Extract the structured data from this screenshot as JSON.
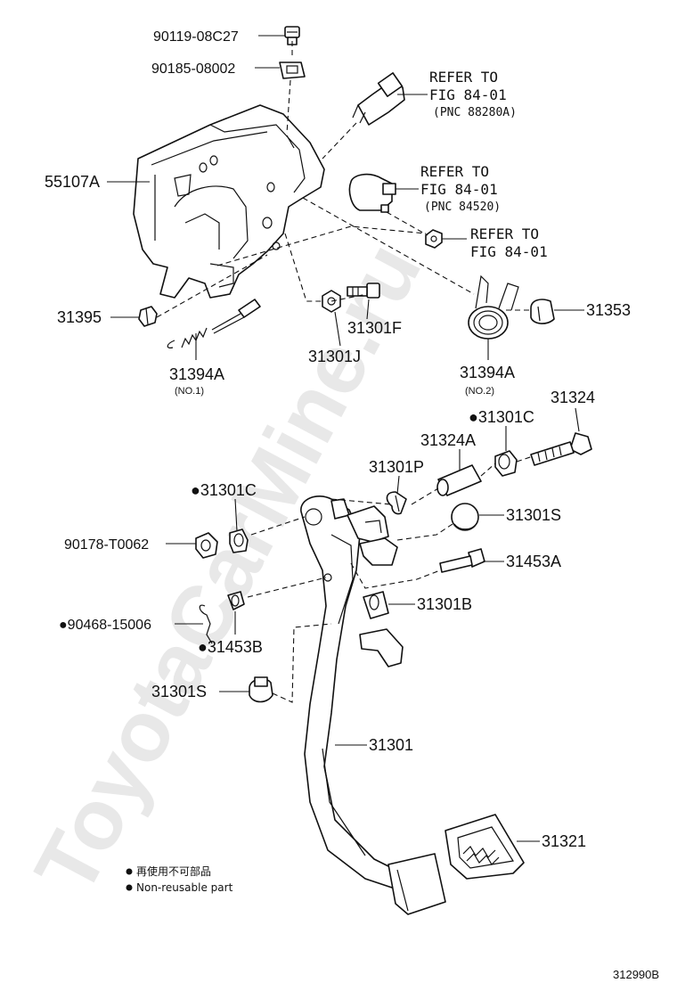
{
  "watermark": "ToyotaCarMine.ru",
  "diagram_code": "312990B",
  "legend": {
    "jp": "再使用不可部品",
    "en": "Non-reusable part"
  },
  "labels": {
    "p90119": "90119-08C27",
    "p90185": "90185-08002",
    "p55107A": "55107A",
    "p31395": "31395",
    "p31394A_1": "31394A",
    "p31394A_1_note": "(NO.1)",
    "p31301J": "31301J",
    "p31301F": "31301F",
    "p31394A_2": "31394A",
    "p31394A_2_note": "(NO.2)",
    "p31353": "31353",
    "p31324": "31324",
    "p31301C_r": "●31301C",
    "p31324A": "31324A",
    "p31301P": "31301P",
    "p31301C_l": "●31301C",
    "p31301S_r": "31301S",
    "p90178": "90178-T0062",
    "p31453A": "31453A",
    "p31301B": "31301B",
    "p90468": "●90468-15006",
    "p31453B": "●31453B",
    "p31301S_l": "31301S",
    "p31301": "31301",
    "p31321": "31321"
  },
  "refs": {
    "ref1": {
      "l1": "REFER TO",
      "l2": "FIG 84-01",
      "pnc": "(PNC 88280A)"
    },
    "ref2": {
      "l1": "REFER TO",
      "l2": "FIG 84-01",
      "pnc": "(PNC 84520)"
    },
    "ref3": {
      "l1": "REFER TO",
      "l2": "FIG 84-01"
    }
  }
}
